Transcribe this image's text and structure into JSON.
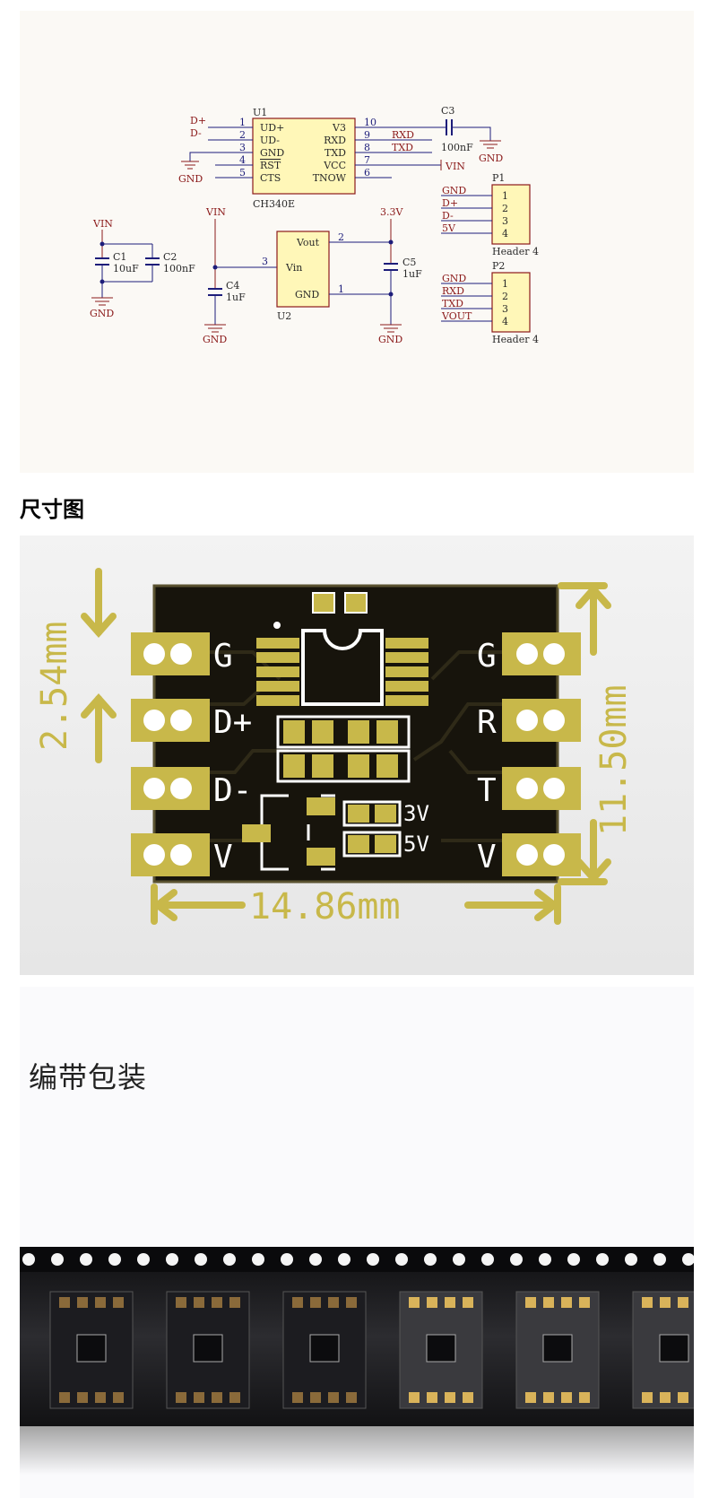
{
  "schematic": {
    "u1": {
      "ref": "U1",
      "part": "CH340E",
      "left_pins": [
        {
          "num": "1",
          "name": "UD+",
          "net": "D+"
        },
        {
          "num": "2",
          "name": "UD-",
          "net": "D-"
        },
        {
          "num": "3",
          "name": "GND",
          "net": ""
        },
        {
          "num": "4",
          "name": "RST",
          "net": ""
        },
        {
          "num": "5",
          "name": "CTS",
          "net": ""
        }
      ],
      "right_pins": [
        {
          "num": "10",
          "name": "V3",
          "net": ""
        },
        {
          "num": "9",
          "name": "RXD",
          "net": "RXD"
        },
        {
          "num": "8",
          "name": "TXD",
          "net": "TXD"
        },
        {
          "num": "7",
          "name": "VCC",
          "net": ""
        },
        {
          "num": "6",
          "name": "TNOW",
          "net": ""
        }
      ],
      "gnd_label": "GND"
    },
    "c3": {
      "ref": "C3",
      "value": "100nF",
      "gnd": "GND",
      "vin": "VIN"
    },
    "c1": {
      "ref": "C1",
      "value": "10uF"
    },
    "c2": {
      "ref": "C2",
      "value": "100nF"
    },
    "c4": {
      "ref": "C4",
      "value": "1uF"
    },
    "c5": {
      "ref": "C5",
      "value": "1uF"
    },
    "u2": {
      "ref": "U2",
      "vout": "Vout",
      "vin": "Vin",
      "gnd": "GND",
      "pin_vout": "2",
      "pin_vin": "3",
      "pin_gnd": "1"
    },
    "nets": {
      "vin": "VIN",
      "gnd": "GND",
      "v33": "3.3V"
    },
    "p1": {
      "ref": "P1",
      "part": "Header 4",
      "pins": [
        "1",
        "2",
        "3",
        "4"
      ],
      "nets": [
        "GND",
        "D+",
        "D-",
        "5V"
      ]
    },
    "p2": {
      "ref": "P2",
      "part": "Header 4",
      "pins": [
        "1",
        "2",
        "3",
        "4"
      ],
      "nets": [
        "GND",
        "RXD",
        "TXD",
        "VOUT"
      ]
    }
  },
  "dimension_section": {
    "title": "尺寸图",
    "left_labels": [
      "G",
      "D+",
      "D-",
      "V"
    ],
    "right_labels": [
      "G",
      "R",
      "T",
      "V"
    ],
    "jumper_labels": [
      "3V",
      "5V"
    ],
    "pitch": "2.54mm",
    "height": "11.50mm",
    "width": "14.86mm",
    "colors": {
      "board": "#17140c",
      "gold": "#c8b84a",
      "silk": "#ffffff"
    }
  },
  "packaging_section": {
    "title": "编带包装"
  }
}
